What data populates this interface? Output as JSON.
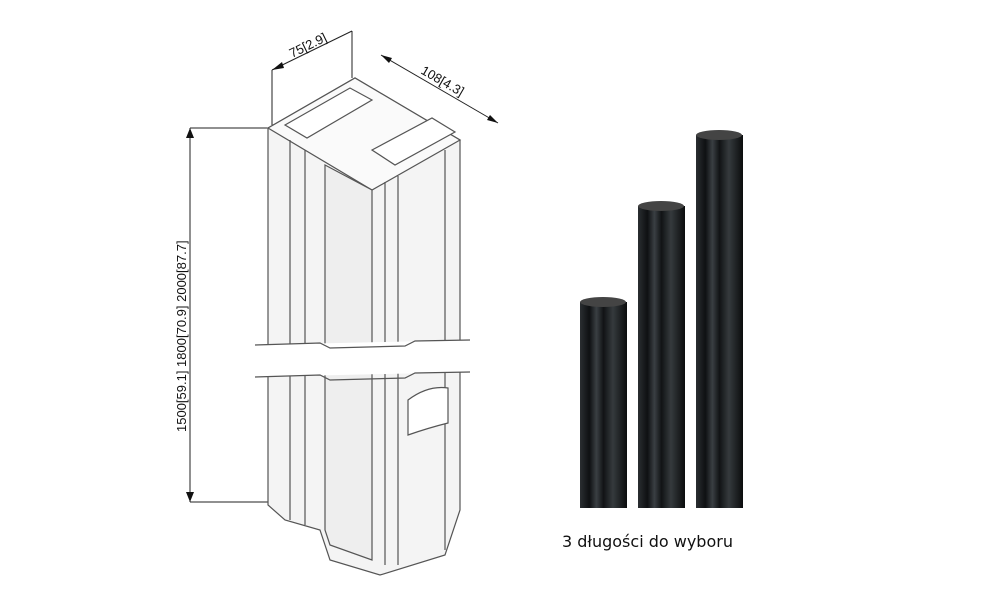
{
  "dimensions": {
    "depth": "75[2.9]",
    "width": "108[4.3]",
    "heights": "1500[59.1] 1800[70.9] 2000[87.7]"
  },
  "caption": "3 długości do wyboru",
  "colors": {
    "profile_outline": "#555555",
    "profile_fill": "#f4f4f4",
    "pole_dark": "#1a1d1f"
  }
}
